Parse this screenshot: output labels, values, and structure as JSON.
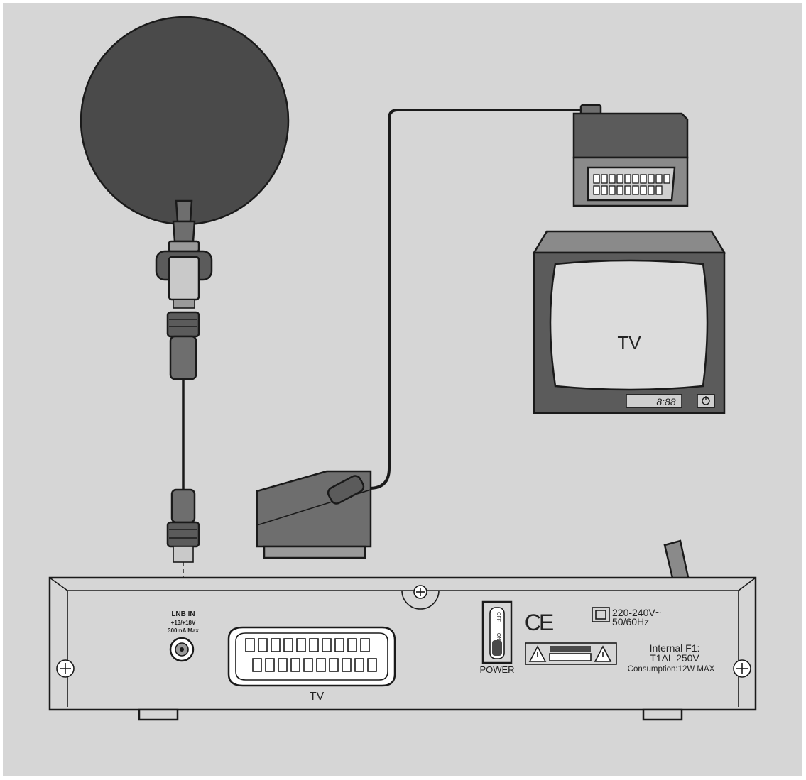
{
  "labels": {
    "tv_screen": "TV",
    "tv_clock": "8:88",
    "lnb_in": "LNB IN",
    "lnb_voltage": "+13/+18V",
    "lnb_current": "300mA Max",
    "scart_port": "TV",
    "switch_off": "OFF",
    "switch_on": "ON",
    "power": "POWER",
    "ce_mark": "CE",
    "voltage_rating": "220-240V~",
    "frequency_rating": "50/60Hz",
    "fuse_label": "Internal F1:",
    "fuse_value": "T1AL 250V",
    "consumption": "Consumption:12W MAX"
  },
  "colors": {
    "background": "#d6d6d6",
    "dish": "#4a4a4a",
    "connector": "#6e6e6e",
    "connector_light": "#c9c9c9",
    "tv_body": "#5b5b5b",
    "screen": "#dcdcdc",
    "outline": "#1a1a1a"
  }
}
